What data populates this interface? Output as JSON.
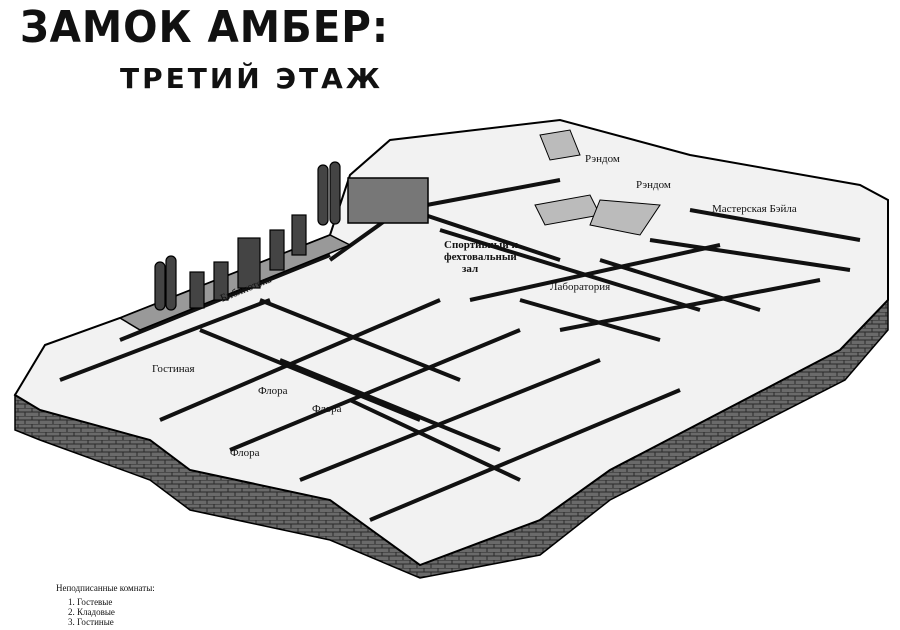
{
  "title": "ЗАМОК АМБЕР:",
  "subtitle": "ТРЕТИЙ  ЭТАЖ",
  "map": {
    "labels": {
      "library": "Библиотека",
      "sports_hall_1": "Спортивный и",
      "sports_hall_2": "фехтовальный",
      "sports_hall_3": "зал",
      "laboratory": "Лаборатория",
      "random_1": "Рэндом",
      "random_2": "Рэндом",
      "benedict_workshop": "Мастерская Бэйла",
      "lounge": "Гостиная",
      "flora_1": "Флора",
      "flora_2": "Флора",
      "flora_3": "Флора"
    }
  },
  "legend": {
    "heading": "Неподписанные комнаты:",
    "items": [
      "1. Гостевые",
      "2. Кладовые",
      "3. Гостиные"
    ]
  }
}
